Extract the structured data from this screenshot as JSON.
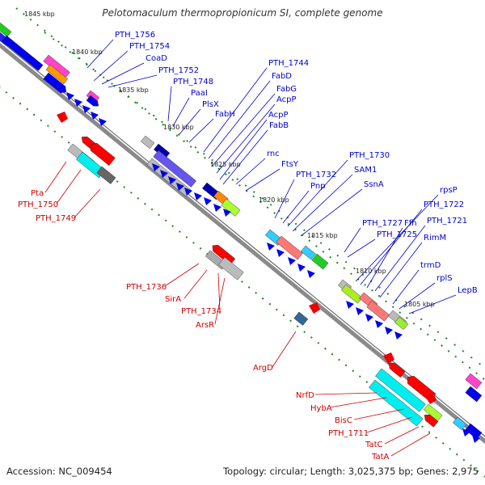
{
  "title": "Pelotomaculum thermopropionicum SI, complete genome",
  "footer": {
    "accession": "Accession: NC_009454",
    "summary": "Topology: circular; Length: 3,025,375 bp; Genes: 2,975"
  },
  "colors": {
    "background": "#ffffff",
    "backbone": "#8a8a8a",
    "forward_gene": "#0000ee",
    "reverse_gene": "#ee0000",
    "forward_label": "#0000cc",
    "reverse_label": "#cc0000",
    "dot_track": "#1a8a1a"
  },
  "scale_ticks": [
    "1845 kbp",
    "1840 kbp",
    "1835 kbp",
    "1830 kbp",
    "1825 kbp",
    "1820 kbp",
    "1815 kbp",
    "1810 kbp",
    "1805 kbp"
  ],
  "forward_labels": [
    "PTH_1756",
    "PTH_1754",
    "CoaD",
    "PTH_1752",
    "PTH_1748",
    "PaaI",
    "PlsX",
    "FabH",
    "PTH_1744",
    "FabD",
    "FabG",
    "AcpP",
    "AcpP",
    "FabB",
    "rnc",
    "FtsY",
    "PTH_1732",
    "Pnp",
    "PTH_1730",
    "SAM1",
    "SsnA",
    "rpsP",
    "PTH_1722",
    "PTH_1727",
    "Ffh",
    "PTH_1721",
    "PTH_1725",
    "RimM",
    "trmD",
    "rplS",
    "LepB"
  ],
  "reverse_labels": [
    "Pta",
    "PTH_1750",
    "PTH_1749",
    "PTH_1736",
    "SirA",
    "PTH_1734",
    "ArsR",
    "ArgD",
    "NrfD",
    "HybA",
    "BisC",
    "PTH_1711",
    "TatC",
    "TatA"
  ]
}
